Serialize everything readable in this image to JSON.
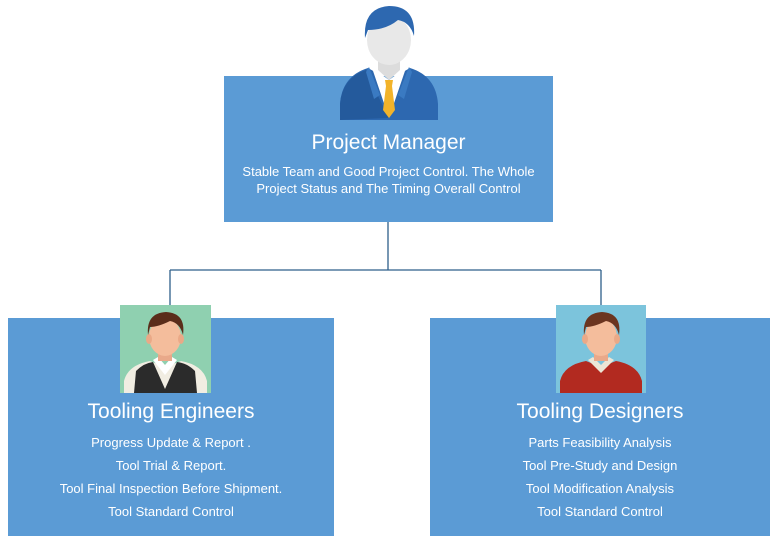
{
  "colors": {
    "card_blue": "#5b9bd5",
    "connector": "#2e5f8a",
    "engineer_bg": "#8fd0b0",
    "designer_bg": "#7cc4dc"
  },
  "project_manager": {
    "title": "Project Manager",
    "lines": [
      "Stable Team and Good Project Control. The Whole",
      "Project Status and The Timing Overall Control"
    ],
    "icon": "manager-avatar-icon"
  },
  "tooling_engineers": {
    "title": "Tooling Engineers",
    "lines": [
      "Progress Update & Report .",
      "Tool Trial & Report.",
      "Tool Final Inspection Before Shipment.",
      "Tool Standard Control"
    ],
    "icon": "engineer-avatar-icon"
  },
  "tooling_designers": {
    "title": "Tooling Designers",
    "lines": [
      "Parts Feasibility Analysis",
      "Tool Pre-Study and Design",
      "Tool Modification Analysis",
      "Tool Standard Control"
    ],
    "icon": "designer-avatar-icon"
  }
}
